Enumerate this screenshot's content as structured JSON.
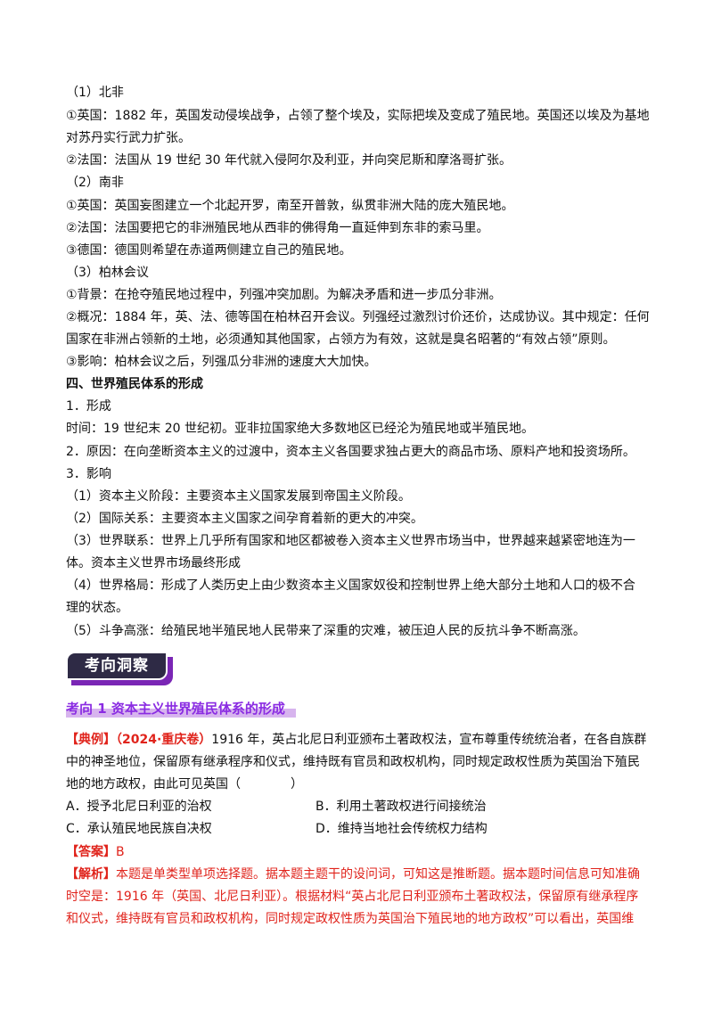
{
  "notes": {
    "north_africa_title": "（1）北非",
    "na_1a": "①英国：1882 年，英国发动侵埃战争，占领了整个埃及，实际把埃及变成了殖民地。英国还以埃及为基地",
    "na_1b": "对苏丹实行武力扩张。",
    "na_2": "②法国：法国从 19 世纪 30 年代就入侵阿尔及利亚，并向突尼斯和摩洛哥扩张。",
    "south_africa_title": "（2）南非",
    "sa_1": "①英国：英国妄图建立一个北起开罗，南至开普敦，纵贯非洲大陆的庞大殖民地。",
    "sa_2": "②法国：法国要把它的非洲殖民地从西非的佛得角一直延伸到东非的索马里。",
    "sa_3": "③德国：德国则希望在赤道两侧建立自己的殖民地。",
    "berlin_title": "（3）柏林会议",
    "be_1": "①背景：在抢夺殖民地过程中，列强冲突加剧。为解决矛盾和进一步瓜分非洲。",
    "be_2a": "②概况：1884 年，英、法、德等国在柏林召开会议。列强经过激烈讨价还价，达成协议。其中规定：任何",
    "be_2b": "国家在非洲占领新的土地，必须通知其他国家，占领方为有效，这就是臭名昭著的“有效占领”原则。",
    "be_3": "③影响：柏林会议之后，列强瓜分非洲的速度大大加快。",
    "section4": "四、世界殖民体系的形成",
    "s4_1": "1．形成",
    "s4_time": "时间：19 世纪末 20 世纪初。亚非拉国家绝大多数地区已经沦为殖民地或半殖民地。",
    "s4_2": "2．原因：在向垄断资本主义的过渡中，资本主义各国要求独占更大的商品市场、原料产地和投资场所。",
    "s4_3": "3．影响",
    "im_1": "（1）资本主义阶段：主要资本主义国家发展到帝国主义阶段。",
    "im_2": "（2）国际关系：主要资本主义国家之间孕育着新的更大的冲突。",
    "im_3a": "（3）世界联系：世界上几乎所有国家和地区都被卷入资本主义世界市场当中，世界越来越紧密地连为一",
    "im_3b": "体。资本主义世界市场最终形成",
    "im_4a": "（4）世界格局：形成了人类历史上由少数资本主义国家奴役和控制世界上绝大部分土地和人口的极不合",
    "im_4b": "理的状态。",
    "im_5": "（5）斗争高涨：给殖民地半殖民地人民带来了深重的灾难，被压迫人民的反抗斗争不断高涨。"
  },
  "badge": {
    "label": "考向洞察"
  },
  "direction": {
    "label": "考向 1 资本主义世界殖民体系的形成"
  },
  "example": {
    "tag": "【典例】",
    "source": "（2024·重庆卷）",
    "q_1": "1916 年，英占北尼日利亚颁布土著政权法，宣布尊重传统统治者，在各自族群",
    "q_2": "中的神圣地位，保留原有继承程序和仪式，维持既有官员和政权机构，同时规定政权性质为英国治下殖民",
    "q_3": "地的地方政权，由此可见英国（　　　　）",
    "options": [
      "A．授予北尼日利亚的治权",
      "B．利用土著政权进行间接统治",
      "C．承认殖民地民族自决权",
      "D．维持当地社会传统权力结构"
    ],
    "answer_tag": "【答案】",
    "answer": "B",
    "analysis_tag": "【解析】",
    "an_1": "本题是单类型单项选择题。据本题主题干的设问词，可知这是推断题。据本题时间信息可知准确",
    "an_2": "时空是：1916 年（英国、北尼日利亚）。根据材料“英占北尼日利亚颁布土著政权法，保留原有继承程序",
    "an_3": "和仪式，维持既有官员和政权机构，同时规定政权性质为英国治下殖民地的地方政权”可以看出，英国维"
  }
}
